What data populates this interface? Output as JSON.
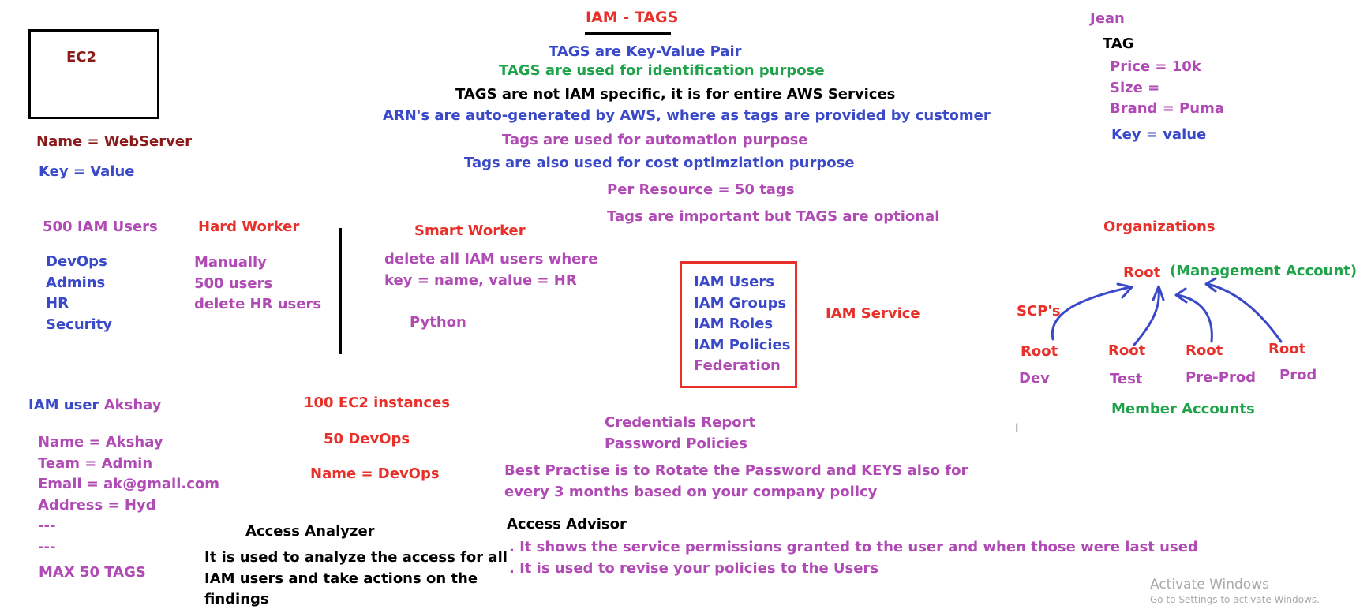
{
  "title": "IAM - TAGS",
  "tag_statements": [
    "TAGS are Key-Value Pair",
    "TAGS are used for identification purpose",
    "TAGS are not IAM specific, it is for entire AWS Services",
    "ARN's are auto-generated by AWS, where as tags are provided by customer",
    "Tags are used for automation purpose",
    "Tags are also used for cost optimziation purpose",
    "Per Resource = 50 tags",
    "Tags are important but TAGS are optional"
  ],
  "ec2_box": {
    "label": "EC2",
    "name_tag": "Name = WebServer",
    "key_value": "Key = Value"
  },
  "jean": {
    "name": "Jean",
    "tag_heading": "TAG",
    "lines": [
      "Price = 10k",
      "Size =",
      "Brand = Puma"
    ],
    "key_value": "Key = value"
  },
  "users_block": {
    "heading": "500 IAM Users",
    "groups": [
      "DevOps",
      "Admins",
      "HR",
      "Security"
    ]
  },
  "hard_worker": {
    "heading": "Hard Worker",
    "lines": [
      "Manually",
      "500 users",
      "delete HR users"
    ]
  },
  "smart_worker": {
    "heading": "Smart Worker",
    "lines": [
      "delete all IAM users where",
      "key = name, value = HR"
    ],
    "tool": "Python"
  },
  "iam_service": {
    "items": [
      "IAM Users",
      "IAM Groups",
      "IAM Roles",
      "IAM Policies",
      "Federation"
    ],
    "label": "IAM Service"
  },
  "organizations": {
    "heading": "Organizations",
    "root": "Root",
    "management": "(Management Account)",
    "scp": "SCP's",
    "members": [
      {
        "root": "Root",
        "env": "Dev"
      },
      {
        "root": "Root",
        "env": "Test"
      },
      {
        "root": "Root",
        "env": "Pre-Prod"
      },
      {
        "root": "Root",
        "env": "Prod"
      }
    ],
    "member_label": "Member Accounts"
  },
  "akshay": {
    "heading_prefix": "IAM user",
    "heading_name": "Akshay",
    "lines": [
      "Name = Akshay",
      "Team = Admin",
      "Email = ak@gmail.com",
      "Address = Hyd",
      "---",
      "---"
    ],
    "max": "MAX 50 TAGS"
  },
  "ec2_instances": {
    "count": "100 EC2 instances",
    "devops": "50 DevOps",
    "name_tag": "Name = DevOps"
  },
  "credentials": {
    "lines": [
      "Credentials Report",
      "Password Policies"
    ]
  },
  "best_practise": {
    "lines": [
      "Best Practise is to Rotate the Password and KEYS also for",
      "every 3 months based on your company policy"
    ]
  },
  "access_analyzer": {
    "heading": "Access Analyzer",
    "lines": [
      "It is used to analyze the access for all",
      "IAM users and take actions on the",
      "findings"
    ]
  },
  "access_advisor": {
    "heading": "Access Advisor",
    "lines": [
      ". It shows the service permissions granted to the user and when those were last used",
      ". It is used to revise your policies to the Users"
    ]
  },
  "watermark": {
    "title": "Activate Windows",
    "subtitle": "Go to Settings to activate Windows."
  },
  "colors": {
    "red": "#e8302a",
    "dark_red": "#8b1a1a",
    "blue": "#3a49c8",
    "purple": "#b04ab4",
    "green": "#1fa34a"
  }
}
